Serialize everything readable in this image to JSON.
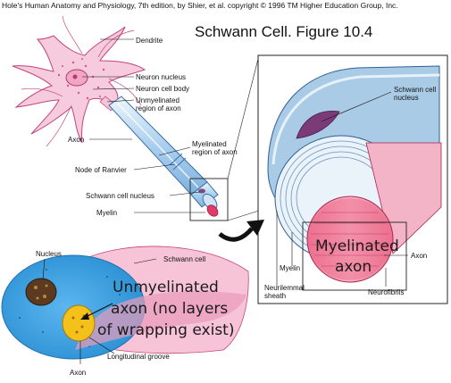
{
  "header": {
    "credit": "Hole's Human Anatomy and Physiology, 7th edition, by Shier, et al. copyright © 1996 TM Higher Education Group, Inc.",
    "title": "Schwann Cell. Figure 10.4"
  },
  "neuron_labels": {
    "dendrite": "Dendrite",
    "neuron_nucleus": "Neuron nucleus",
    "neuron_cell_body": "Neuron cell body",
    "unmyelinated_region_l1": "Unmyelinated",
    "unmyelinated_region_l2": "region of axon",
    "axon": "Axon",
    "myelinated_region_l1": "Myelinated",
    "myelinated_region_l2": "region of axon",
    "node_of_ranvier": "Node of Ranvier",
    "schwann_cell_nucleus": "Schwann cell nucleus",
    "myelin": "Myelin"
  },
  "detail_labels": {
    "schwann_cell_nucleus_l1": "Schwann cell",
    "schwann_cell_nucleus_l2": "nucleus",
    "myelin": "Myelin",
    "axon": "Axon",
    "neurilemmal_l1": "Neurilemmal",
    "neurilemmal_l2": "sheath",
    "neurofibrils": "Neurofibrils",
    "handwritten_l1": "Myelinated",
    "handwritten_l2": "axon"
  },
  "unmyelinated_labels": {
    "nucleus": "Nucleus",
    "schwann_cell": "Schwann cell",
    "longitudinal_groove": "Longitudinal groove",
    "axon": "Axon",
    "handwritten_l1": "Unmyelinated",
    "handwritten_l2": "axon (no layers",
    "handwritten_l3": "of wrapping exist)"
  },
  "colors": {
    "pink_cell": "#f3c6d9",
    "pink_outline": "#c4447a",
    "myelin_blue": "#b9d7ef",
    "axon_red": "#e23b68",
    "sky_blue": "#3aa3e5",
    "yellow_axon": "#f2c81a"
  }
}
